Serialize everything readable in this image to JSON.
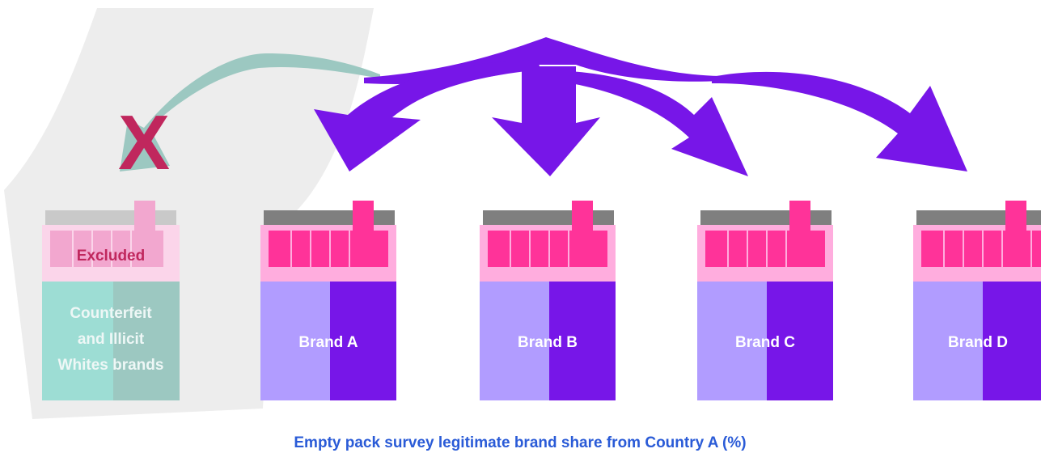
{
  "diagram": {
    "excluded_label": "Excluded",
    "excluded_description_lines": [
      "Counterfeit",
      "and Illicit",
      "Whites brands"
    ],
    "cross_mark": "X",
    "brands": [
      {
        "label": "Brand A"
      },
      {
        "label": "Brand B"
      },
      {
        "label": "Brand C"
      },
      {
        "label": "Brand D"
      }
    ],
    "caption": "Empty pack survey legitimate brand share from Country A (%)"
  },
  "colors": {
    "arrow_main": "#7716e8",
    "arrow_excluded": "#9cc8c1",
    "pack_dark": "#7716e8",
    "pack_light": "#b19cff",
    "cigarettes": "#ff3399",
    "excluded_text": "#c0275d",
    "caption_text": "#2a5bd7"
  }
}
